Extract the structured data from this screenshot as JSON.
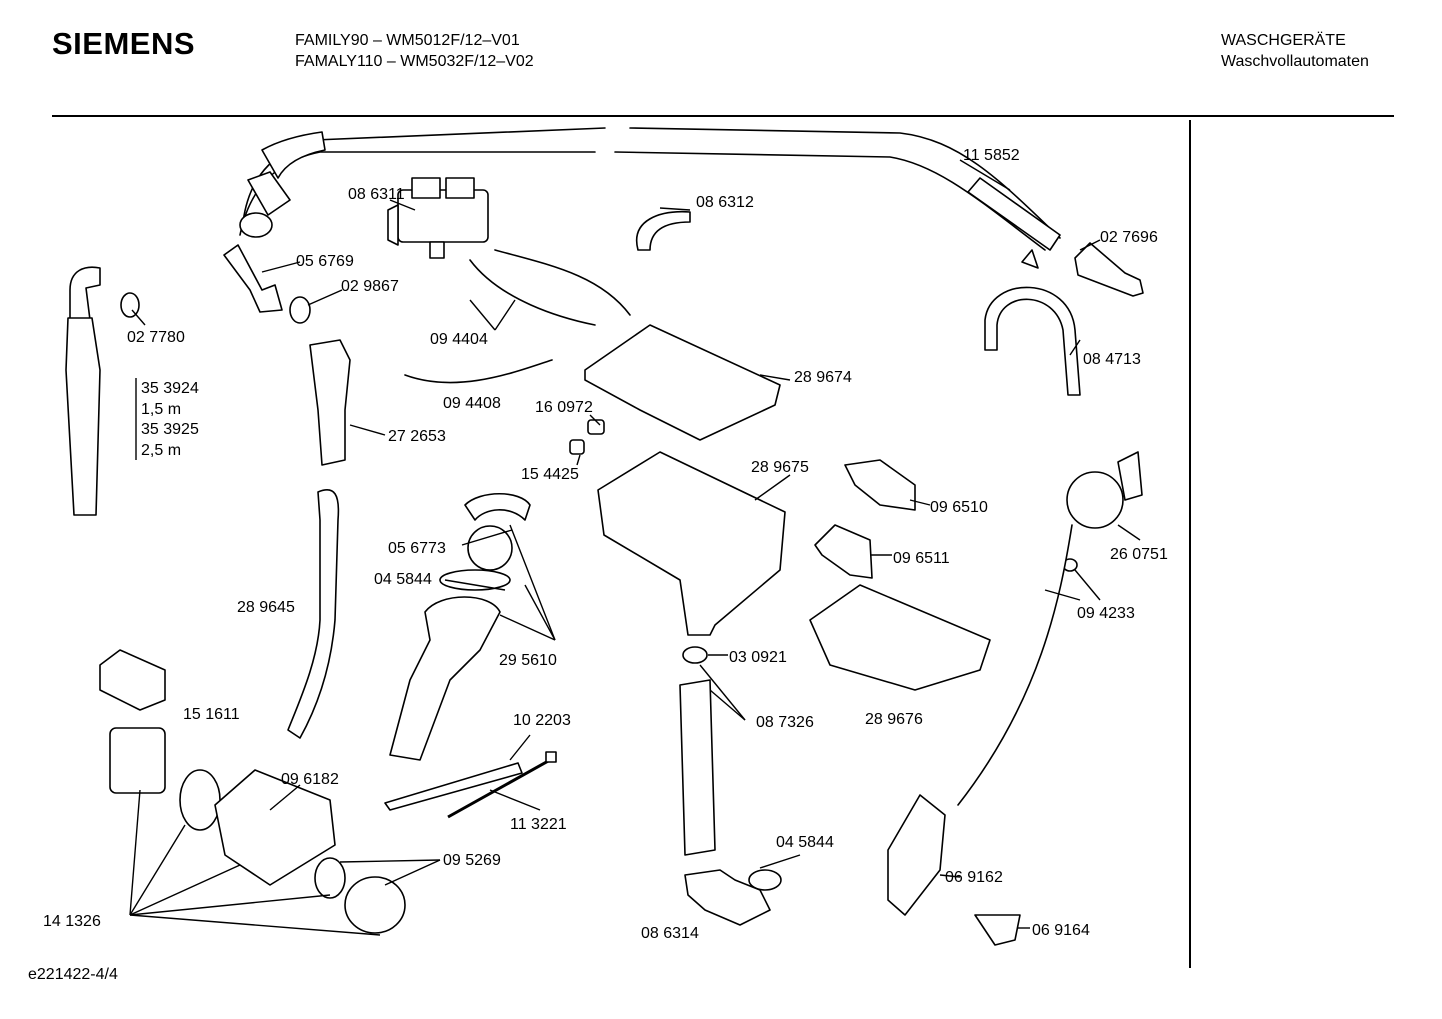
{
  "header": {
    "brand": "SIEMENS",
    "models": [
      "FAMILY90 – WM5012F/12–V01",
      "FAMALY110 – WM5032F/12–V02"
    ],
    "category": "WASCHGERÄTE",
    "subcategory": "Waschvollautomaten"
  },
  "footer": {
    "document_ref": "e221422-4/4"
  },
  "part_labels": [
    {
      "id": "p115852",
      "text": "11 5852"
    },
    {
      "id": "p086311",
      "text": "08 6311"
    },
    {
      "id": "p086312",
      "text": "08 6312"
    },
    {
      "id": "p027696",
      "text": "02 7696"
    },
    {
      "id": "p056769",
      "text": "05 6769"
    },
    {
      "id": "p029867",
      "text": "02 9867"
    },
    {
      "id": "p027780",
      "text": "02 7780"
    },
    {
      "id": "p094404",
      "text": "09 4404"
    },
    {
      "id": "p084713",
      "text": "08 4713"
    },
    {
      "id": "p289674",
      "text": "28 9674"
    },
    {
      "id": "p094408",
      "text": "09 4408"
    },
    {
      "id": "p160972",
      "text": "16 0972"
    },
    {
      "id": "p272653",
      "text": "27 2653"
    },
    {
      "id": "p154425",
      "text": "15 4425"
    },
    {
      "id": "p289675",
      "text": "28 9675"
    },
    {
      "id": "p096510",
      "text": "09 6510"
    },
    {
      "id": "p260751",
      "text": "26 0751"
    },
    {
      "id": "p056773",
      "text": "05 6773"
    },
    {
      "id": "p096511",
      "text": "09 6511"
    },
    {
      "id": "p045844a",
      "text": "04 5844"
    },
    {
      "id": "p094233",
      "text": "09 4233"
    },
    {
      "id": "p289645",
      "text": "28 9645"
    },
    {
      "id": "p295610",
      "text": "29 5610"
    },
    {
      "id": "p030921",
      "text": "03 0921"
    },
    {
      "id": "p289676",
      "text": "28 9676"
    },
    {
      "id": "p151611",
      "text": "15 1611"
    },
    {
      "id": "p102203",
      "text": "10 2203"
    },
    {
      "id": "p087326",
      "text": "08 7326"
    },
    {
      "id": "p096182",
      "text": "09 6182"
    },
    {
      "id": "p113221",
      "text": "11 3221"
    },
    {
      "id": "p045844b",
      "text": "04 5844"
    },
    {
      "id": "p095269",
      "text": "09 5269"
    },
    {
      "id": "p069162",
      "text": "06 9162"
    },
    {
      "id": "p141326",
      "text": "14 1326"
    },
    {
      "id": "p086314",
      "text": "08 6314"
    },
    {
      "id": "p069164",
      "text": "06 9164"
    }
  ],
  "hose_variants": [
    "35 3924",
    "1,5 m",
    "35 3925",
    "2,5 m"
  ]
}
